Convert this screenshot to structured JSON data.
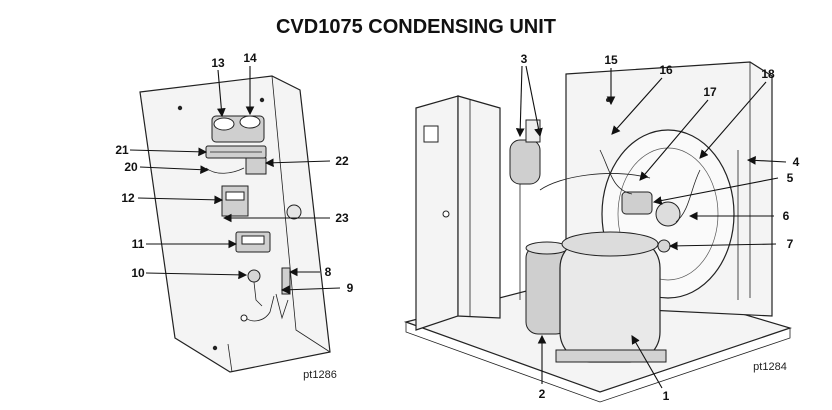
{
  "title": "CVD1075 CONDENSING UNIT",
  "left_figure": {
    "id_label": "pt1286",
    "callouts": {
      "c13": "13",
      "c14": "14",
      "c21": "21",
      "c20": "20",
      "c22": "22",
      "c12": "12",
      "c23": "23",
      "c11": "11",
      "c10": "10",
      "c8": "8",
      "c9": "9"
    }
  },
  "right_figure": {
    "id_label": "pt1284",
    "callouts": {
      "c3": "3",
      "c15": "15",
      "c16": "16",
      "c17": "17",
      "c18": "18",
      "c4": "4",
      "c5": "5",
      "c6": "6",
      "c7": "7",
      "c2": "2",
      "c1": "1"
    }
  }
}
